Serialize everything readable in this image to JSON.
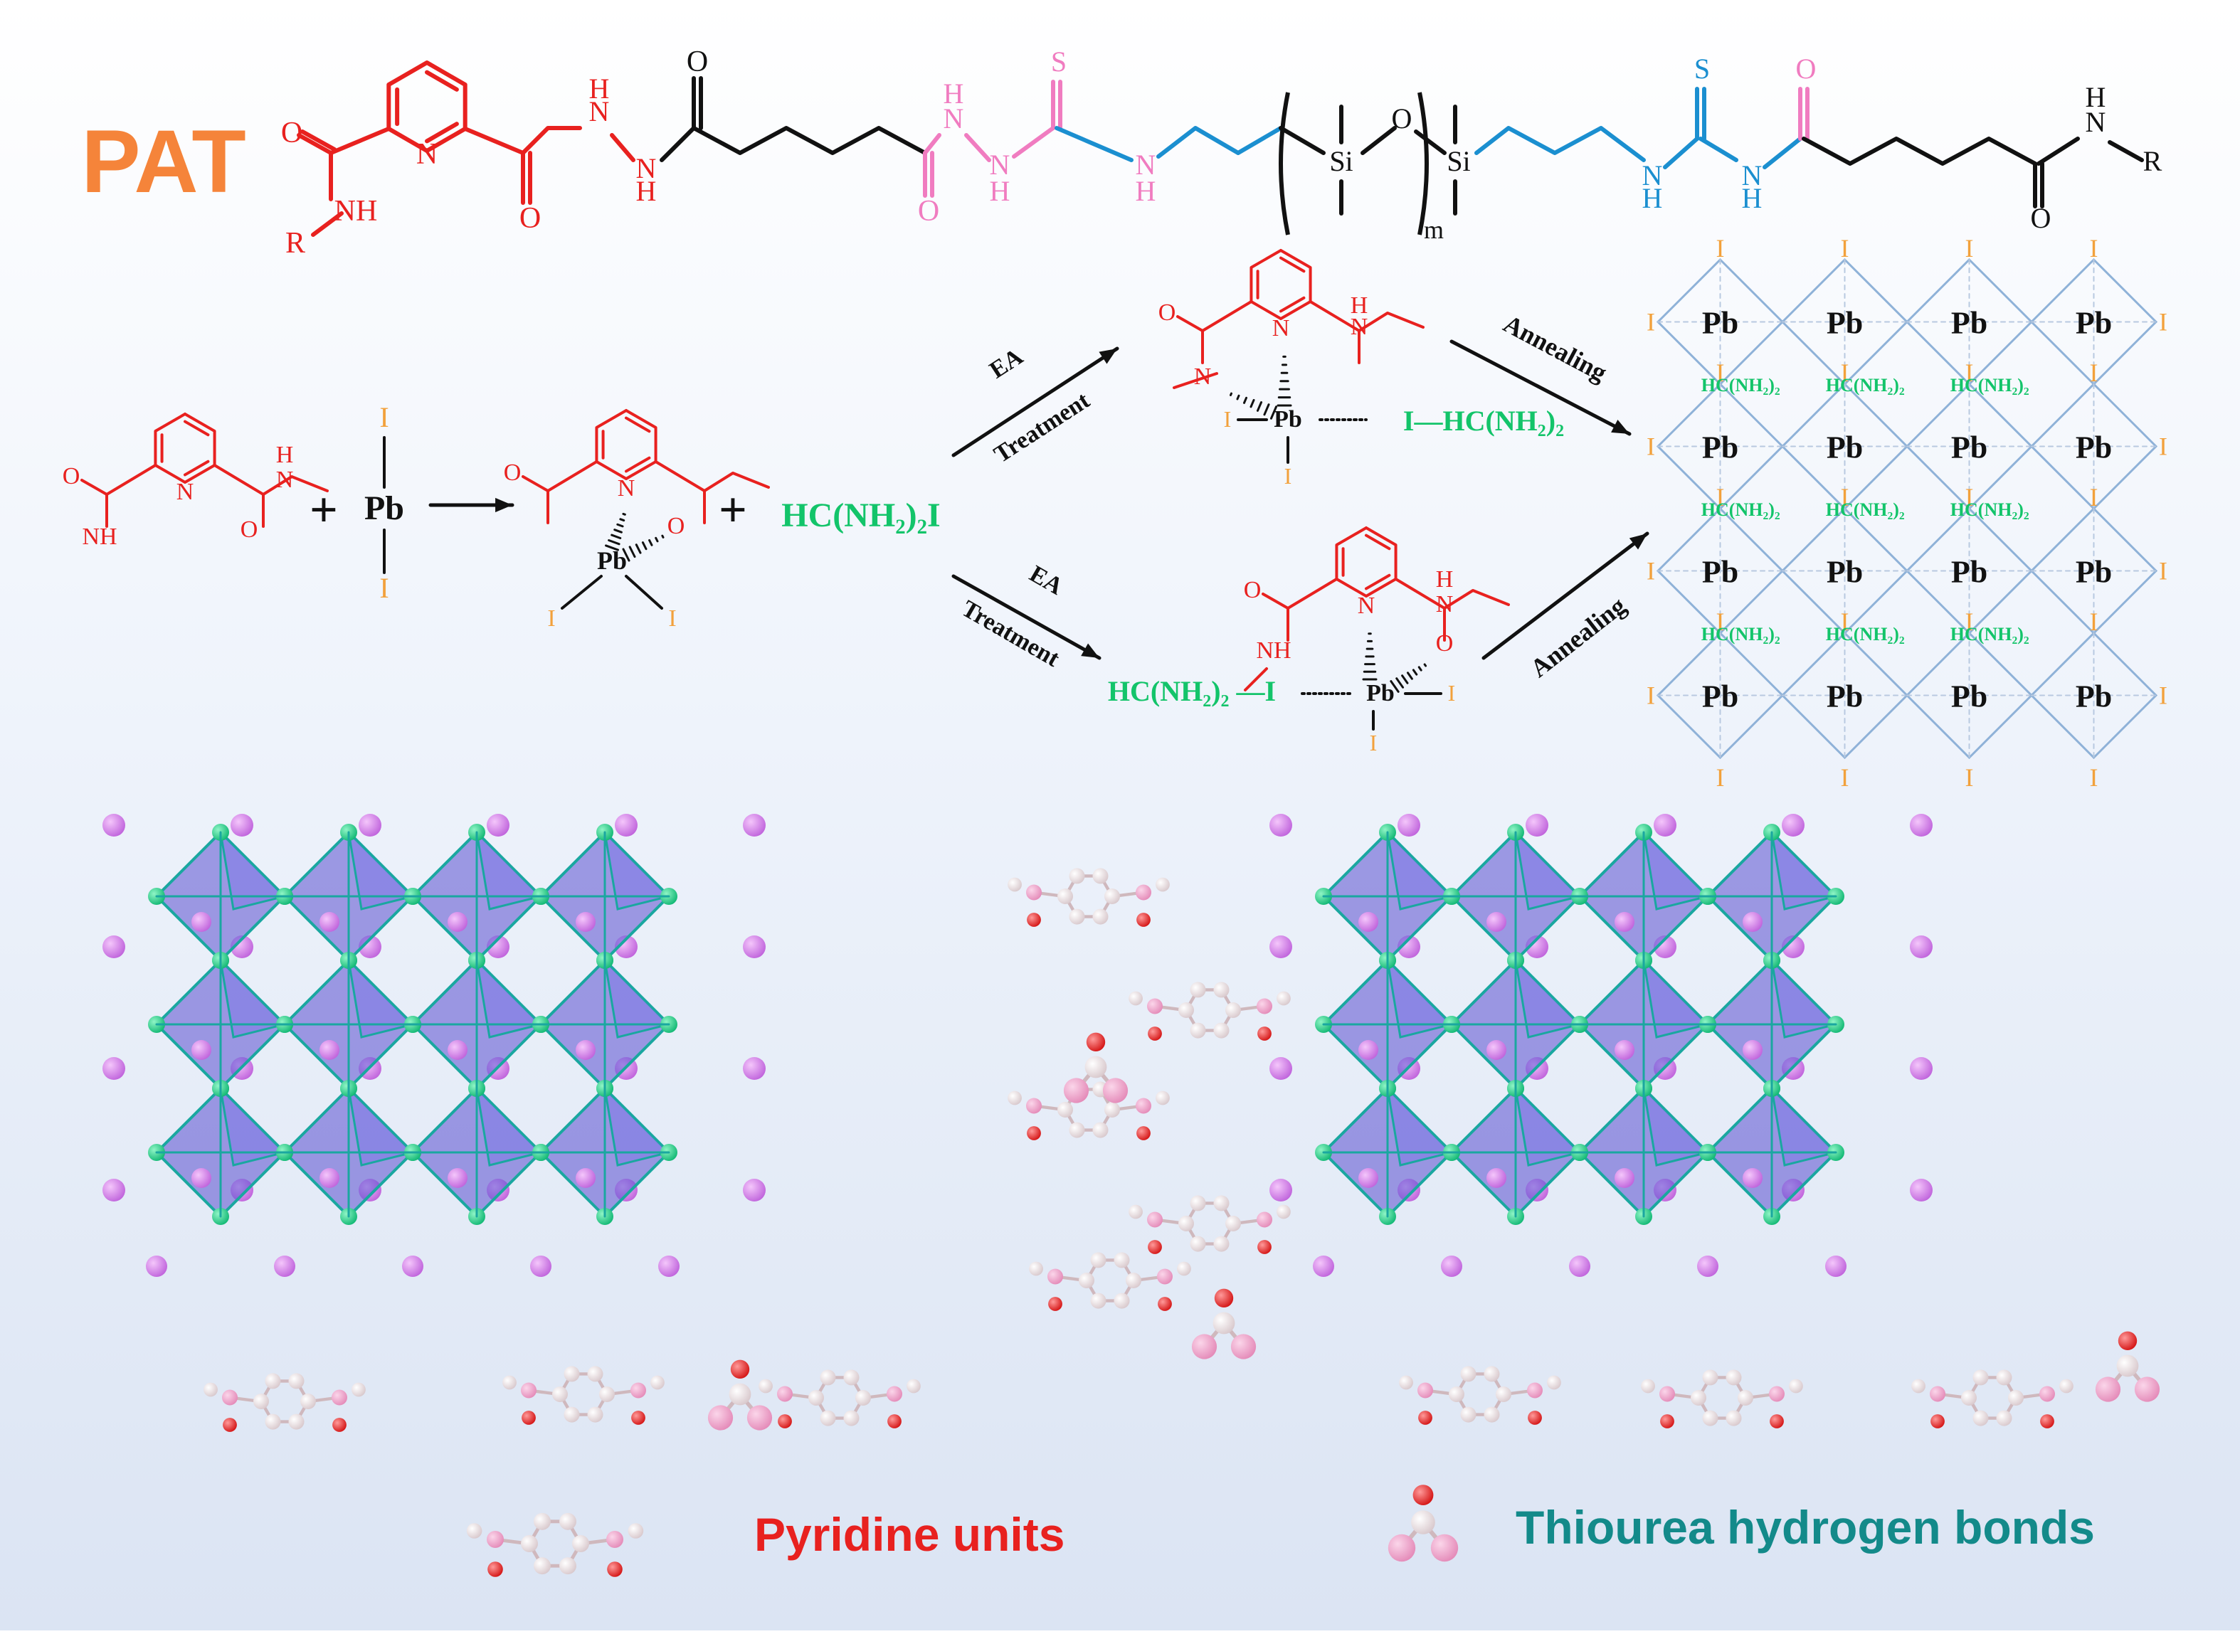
{
  "title": "PAT",
  "colors": {
    "red": "#e8211f",
    "pink": "#f07cc0",
    "blue": "#1b8fd0",
    "green": "#13c46a",
    "orange": "#f5843a",
    "iodine": "#f2a13c",
    "black": "#111111",
    "teal": "#138a8a",
    "lattice_face": "#5a4fd0",
    "lattice_edge": "#1aa7a0",
    "node_green": "#1fd08a",
    "cation_pink": "#d77be6"
  },
  "polymer": {
    "atoms": {
      "O": "O",
      "N": "N",
      "H": "H",
      "NH": "NH",
      "R": "R",
      "S": "S",
      "Si": "Si",
      "m": "m"
    }
  },
  "reaction": {
    "pb": "Pb",
    "i": "I",
    "plus": "+",
    "fai": "HC(NH₂)₂I",
    "fa": "HC(NH₂)₂",
    "i_fa_right": "I—HC(NH₂)₂",
    "fa_i_left": "HC(NH₂)₂ —I",
    "ea": "EA",
    "treatment": "Treatment",
    "annealing": "Annealing"
  },
  "grid": {
    "cell_label": "Pb",
    "edge_label": "I",
    "fa_label": "HC(NH₂)₂"
  },
  "legend": {
    "pyridine": "Pyridine units",
    "thiourea": "Thiourea hydrogen bonds"
  }
}
